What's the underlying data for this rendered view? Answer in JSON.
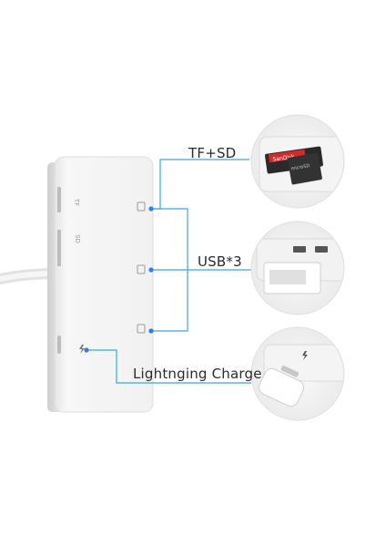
{
  "callouts": {
    "tf_sd": "TF+SD",
    "usb": "USB*3",
    "lightning": "Lightnging Charge"
  },
  "device_markings": {
    "tf": "TF",
    "sd": "SD"
  },
  "card_markings": {
    "sandisk": "SanDisk",
    "microsd": "microSD"
  },
  "colors": {
    "callout_line": "#3aa9e0",
    "callout_dot": "#2f7fe0",
    "device_body": "#f4f4f4",
    "device_edge": "#d9d9d9",
    "sd_card_red": "#d42a2a"
  }
}
